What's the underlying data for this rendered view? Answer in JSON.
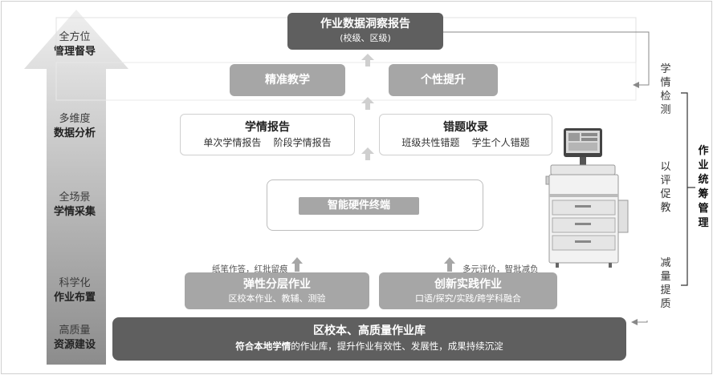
{
  "stages": [
    {
      "l1": "全方位",
      "l2": "管理督导"
    },
    {
      "l1": "多维度",
      "l2": "数据分析"
    },
    {
      "l1": "全场景",
      "l2": "学情采集"
    },
    {
      "l1": "科学化",
      "l2": "作业布置"
    },
    {
      "l1": "高质量",
      "l2": "资源建设"
    }
  ],
  "top_report": {
    "title": "作业数据洞察报告",
    "sub": "(校级、区级)"
  },
  "precision_teaching": "精准教学",
  "personalized": "个性提升",
  "xueqing_report": {
    "title": "学情报告",
    "items": "单次学情报告    阶段学情报告"
  },
  "wrong_collect": {
    "title": "错题收录",
    "items": "班级共性错题    学生个人错题"
  },
  "terminal": "智能硬件终端",
  "note_left": "纸笔作答，红批留痕",
  "note_right": "多元评价，智批减负",
  "tiered_hw": {
    "title": "弹性分层作业",
    "sub": "区校本作业、教辅、测验"
  },
  "practice_hw": {
    "title": "创新实践作业",
    "sub": "口语/探究/实践/跨学科融合"
  },
  "base": {
    "title": "区校本、高质量作业库",
    "sub_bold": "符合本地学情",
    "sub_rest": "的作业库，提升作业有效性、发展性，成果持续沉淀"
  },
  "right_side": {
    "monitor": [
      "学",
      "情",
      "检",
      "测"
    ],
    "promote": [
      "以",
      "评",
      "促",
      "教"
    ],
    "reduce": [
      "减",
      "量",
      "提",
      "质"
    ],
    "overall": [
      "作",
      "业",
      "统",
      "筹",
      "管",
      "理"
    ]
  },
  "colors": {
    "dark": "#5f5f5f",
    "mid": "#a6a6a6",
    "arrow": "#c8c8c8"
  }
}
